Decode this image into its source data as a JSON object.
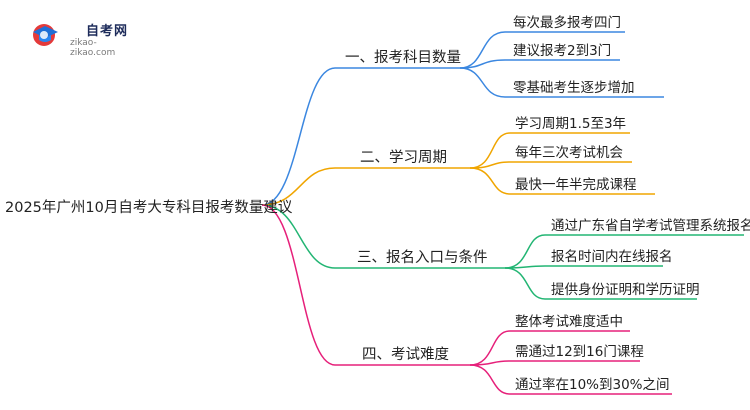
{
  "logo": {
    "title": "自考网",
    "domain": "zikao-zikao.com"
  },
  "root": {
    "label": "2025年广州10月自考大专科目报考数量建议"
  },
  "branches": [
    {
      "label": "一、报考科目数量",
      "color": "#3b87e0",
      "leaves": [
        "每次最多报考四门",
        "建议报考2到3门",
        "零基础考生逐步增加"
      ]
    },
    {
      "label": "二、学习周期",
      "color": "#f0a500",
      "leaves": [
        "学习周期1.5至3年",
        "每年三次考试机会",
        "最快一年半完成课程"
      ]
    },
    {
      "label": "三、报名入口与条件",
      "color": "#22b573",
      "leaves": [
        "通过广东省自学考试管理系统报名",
        "报名时间内在线报名",
        "提供身份证明和学历证明"
      ]
    },
    {
      "label": "四、考试难度",
      "color": "#e6207a",
      "leaves": [
        "整体考试难度适中",
        "需通过12到16门课程",
        "通过率在10%到30%之间"
      ]
    }
  ]
}
